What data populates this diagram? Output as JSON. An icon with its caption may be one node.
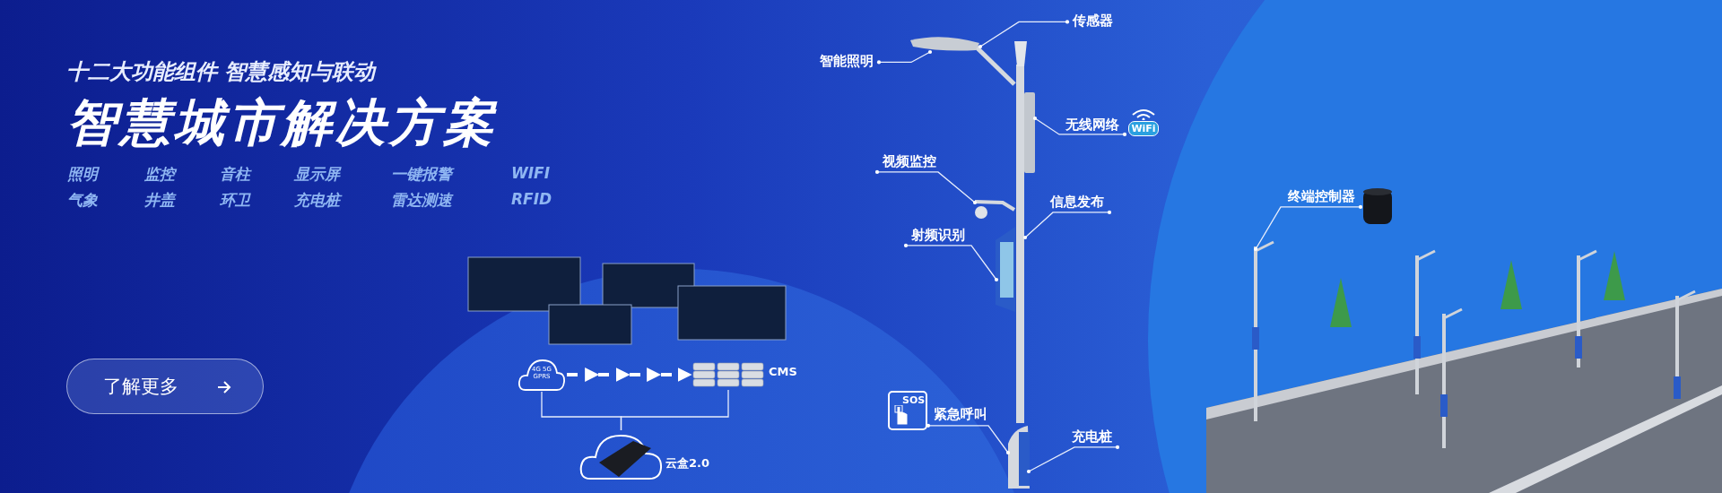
{
  "diagram": {
    "title": "智慧城市解决方案",
    "nodes": [
      {
        "text": [
          "4G 5G GPRS"
        ]
      },
      {
        "text": [],
        "shape": "picture",
        "beside": [
          "CMS"
        ]
      },
      {
        "text": [],
        "shape": "picture",
        "beside": [
          "云盒2.0"
        ]
      },
      {
        "text": [
          "传感器"
        ]
      },
      {
        "text": [
          "智能照明"
        ]
      },
      {
        "text": [
          "无线网络"
        ]
      },
      {
        "text": [
          "视频监控"
        ]
      },
      {
        "text": [
          "信息发布"
        ]
      },
      {
        "text": [
          "射频识别"
        ]
      },
      {
        "text": [
          "终端控制器"
        ]
      },
      {
        "text": [
          "紧急呼叫"
        ]
      },
      {
        "text": [
          "充电桩"
        ]
      },
      {
        "text": [],
        "shape": "picture"
      },
      {
        "text": [],
        "shape": "picture"
      },
      {
        "text": [],
        "shape": "picture"
      },
      {
        "text": [],
        "shape": "picture"
      },
      {
        "text": [],
        "shape": "picture"
      },
      {
        "text": [],
        "shape": "picture"
      }
    ],
    "edges": [
      {
        "from": 0,
        "to": 1,
        "arrow": "to",
        "style": "dashed"
      },
      {
        "from": 0,
        "to": 2,
        "arrow": "none"
      },
      {
        "from": 1,
        "to": 2,
        "arrow": "none"
      },
      {
        "from": 3,
        "to": 12,
        "arrow": "other"
      },
      {
        "from": 4,
        "to": 12,
        "arrow": "other"
      },
      {
        "from": 5,
        "to": 13,
        "arrow": "other"
      },
      {
        "from": 6,
        "to": 14,
        "arrow": "other"
      },
      {
        "from": 7,
        "to": 13,
        "arrow": "other"
      },
      {
        "from": 8,
        "to": 15,
        "arrow": "other"
      },
      {
        "from": 9,
        "to": 17,
        "arrow": "other"
      },
      {
        "from": 10,
        "to": 16,
        "arrow": "other"
      },
      {
        "from": 11,
        "to": 16,
        "arrow": "other"
      }
    ],
    "labels": [
      "十二大功能组件  智慧感知与联动",
      "照明",
      "监控",
      "音柱",
      "显示屏",
      "一键报警",
      "WIFI",
      "气象",
      "井盖",
      "环卫",
      "充电桩",
      "雷达测速",
      "RFID",
      "了解更多",
      "WiFi",
      "SOS"
    ]
  }
}
